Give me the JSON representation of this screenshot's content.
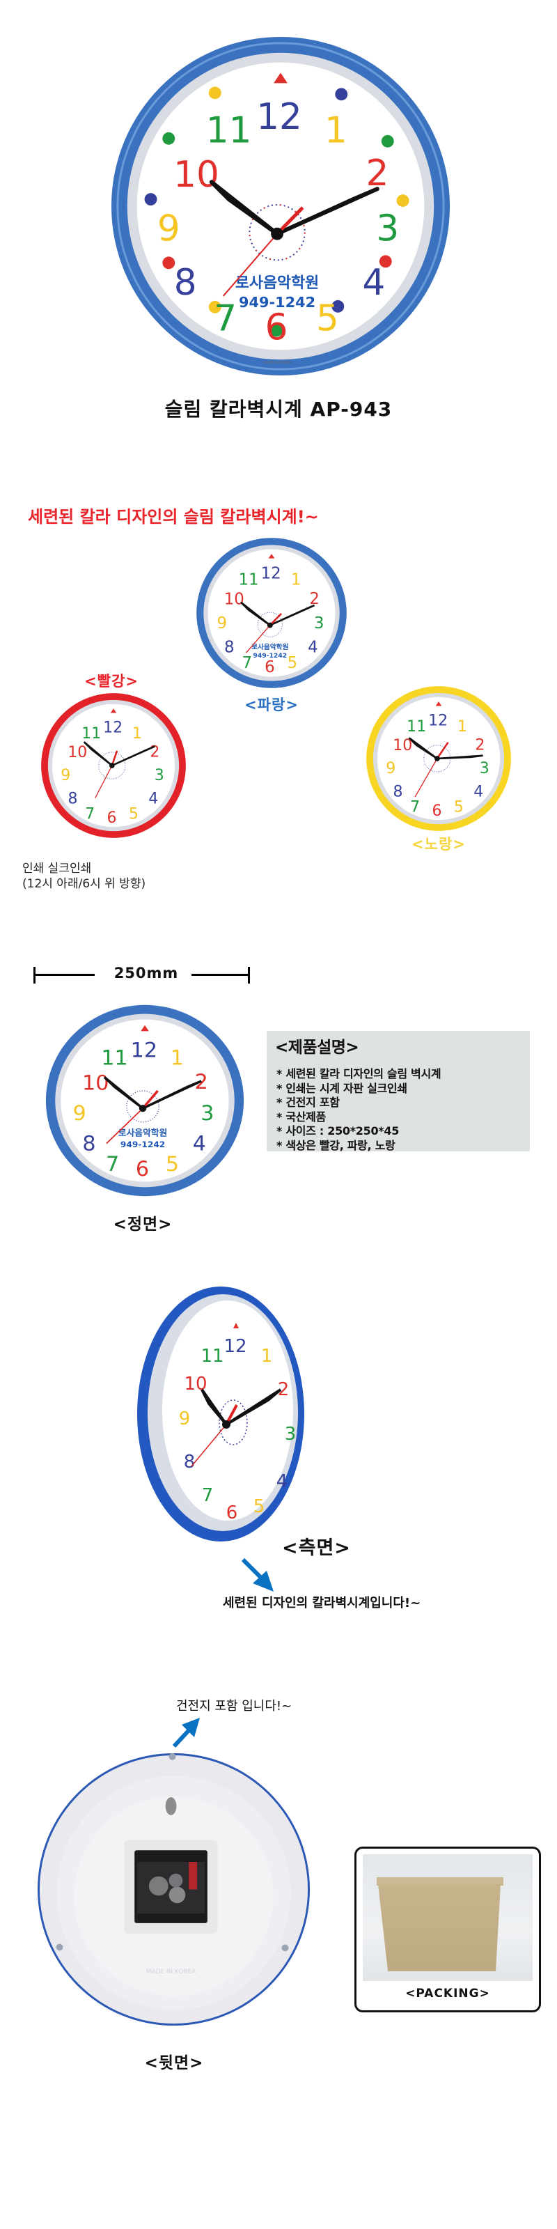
{
  "product": {
    "title": "슬림 칼라벽시계 AP-943",
    "clock_face": {
      "brand_text": "로사음악학원",
      "phone": "949-1242",
      "made_in": "MADE IN KOREA",
      "numerals": [
        "12",
        "1",
        "2",
        "3",
        "4",
        "5",
        "6",
        "7",
        "8",
        "9",
        "10",
        "11"
      ]
    }
  },
  "colors_section": {
    "headline": "세련된 칼라 디자인의 슬림 칼라벽시계!~",
    "headline_color": "#e8232a",
    "variants": [
      {
        "label": "<파랑>",
        "color": "#2b6fc4",
        "text_color": "#2b6fc4"
      },
      {
        "label": "<빨강>",
        "color": "#e5242b",
        "text_color": "#e5242b"
      },
      {
        "label": "<노랑>",
        "color": "#f7d431",
        "text_color": "#f4d43a"
      }
    ],
    "print_note_line1": "인쇄 실크인쇄",
    "print_note_line2": "(12시 아래/6시 위 방향)"
  },
  "front_section": {
    "dimension_label": "250mm",
    "caption": "<정면>",
    "spec": {
      "title": "<제품설명>",
      "items": [
        "세련된 칼라 디자인의 슬림 벽시계",
        "인쇄는 시계 자판 실크인쇄",
        "건전지 포함",
        "국산제품",
        "사이즈 : 250*250*45",
        "색상은 빨강, 파랑, 노랑"
      ]
    }
  },
  "side_section": {
    "caption": "<측면>",
    "tagline": "세련된 디자인의 칼라벽시계입니다!~",
    "arrow_color": "#0a72c2"
  },
  "back_section": {
    "note": "건전지 포함 입니다!~",
    "caption": "<뒷면>",
    "back_stamp": "MADE IN KOREA"
  },
  "packing": {
    "caption": "<PACKING>"
  }
}
